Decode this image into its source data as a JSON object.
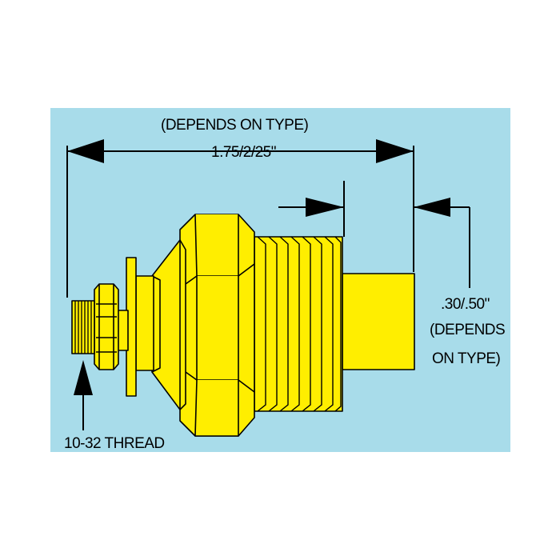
{
  "colors": {
    "background": "#ffffff",
    "panel": "#a8dcea",
    "part_fill": "#ffee00",
    "outline": "#000000"
  },
  "labels": {
    "length_note": "(DEPENDS ON TYPE)",
    "length_value": "1.75/2/25\"",
    "probe_value": ".30/.50\"",
    "probe_note_line1": "(DEPENDS",
    "probe_note_line2": "ON TYPE)",
    "thread": "10-32 THREAD"
  }
}
